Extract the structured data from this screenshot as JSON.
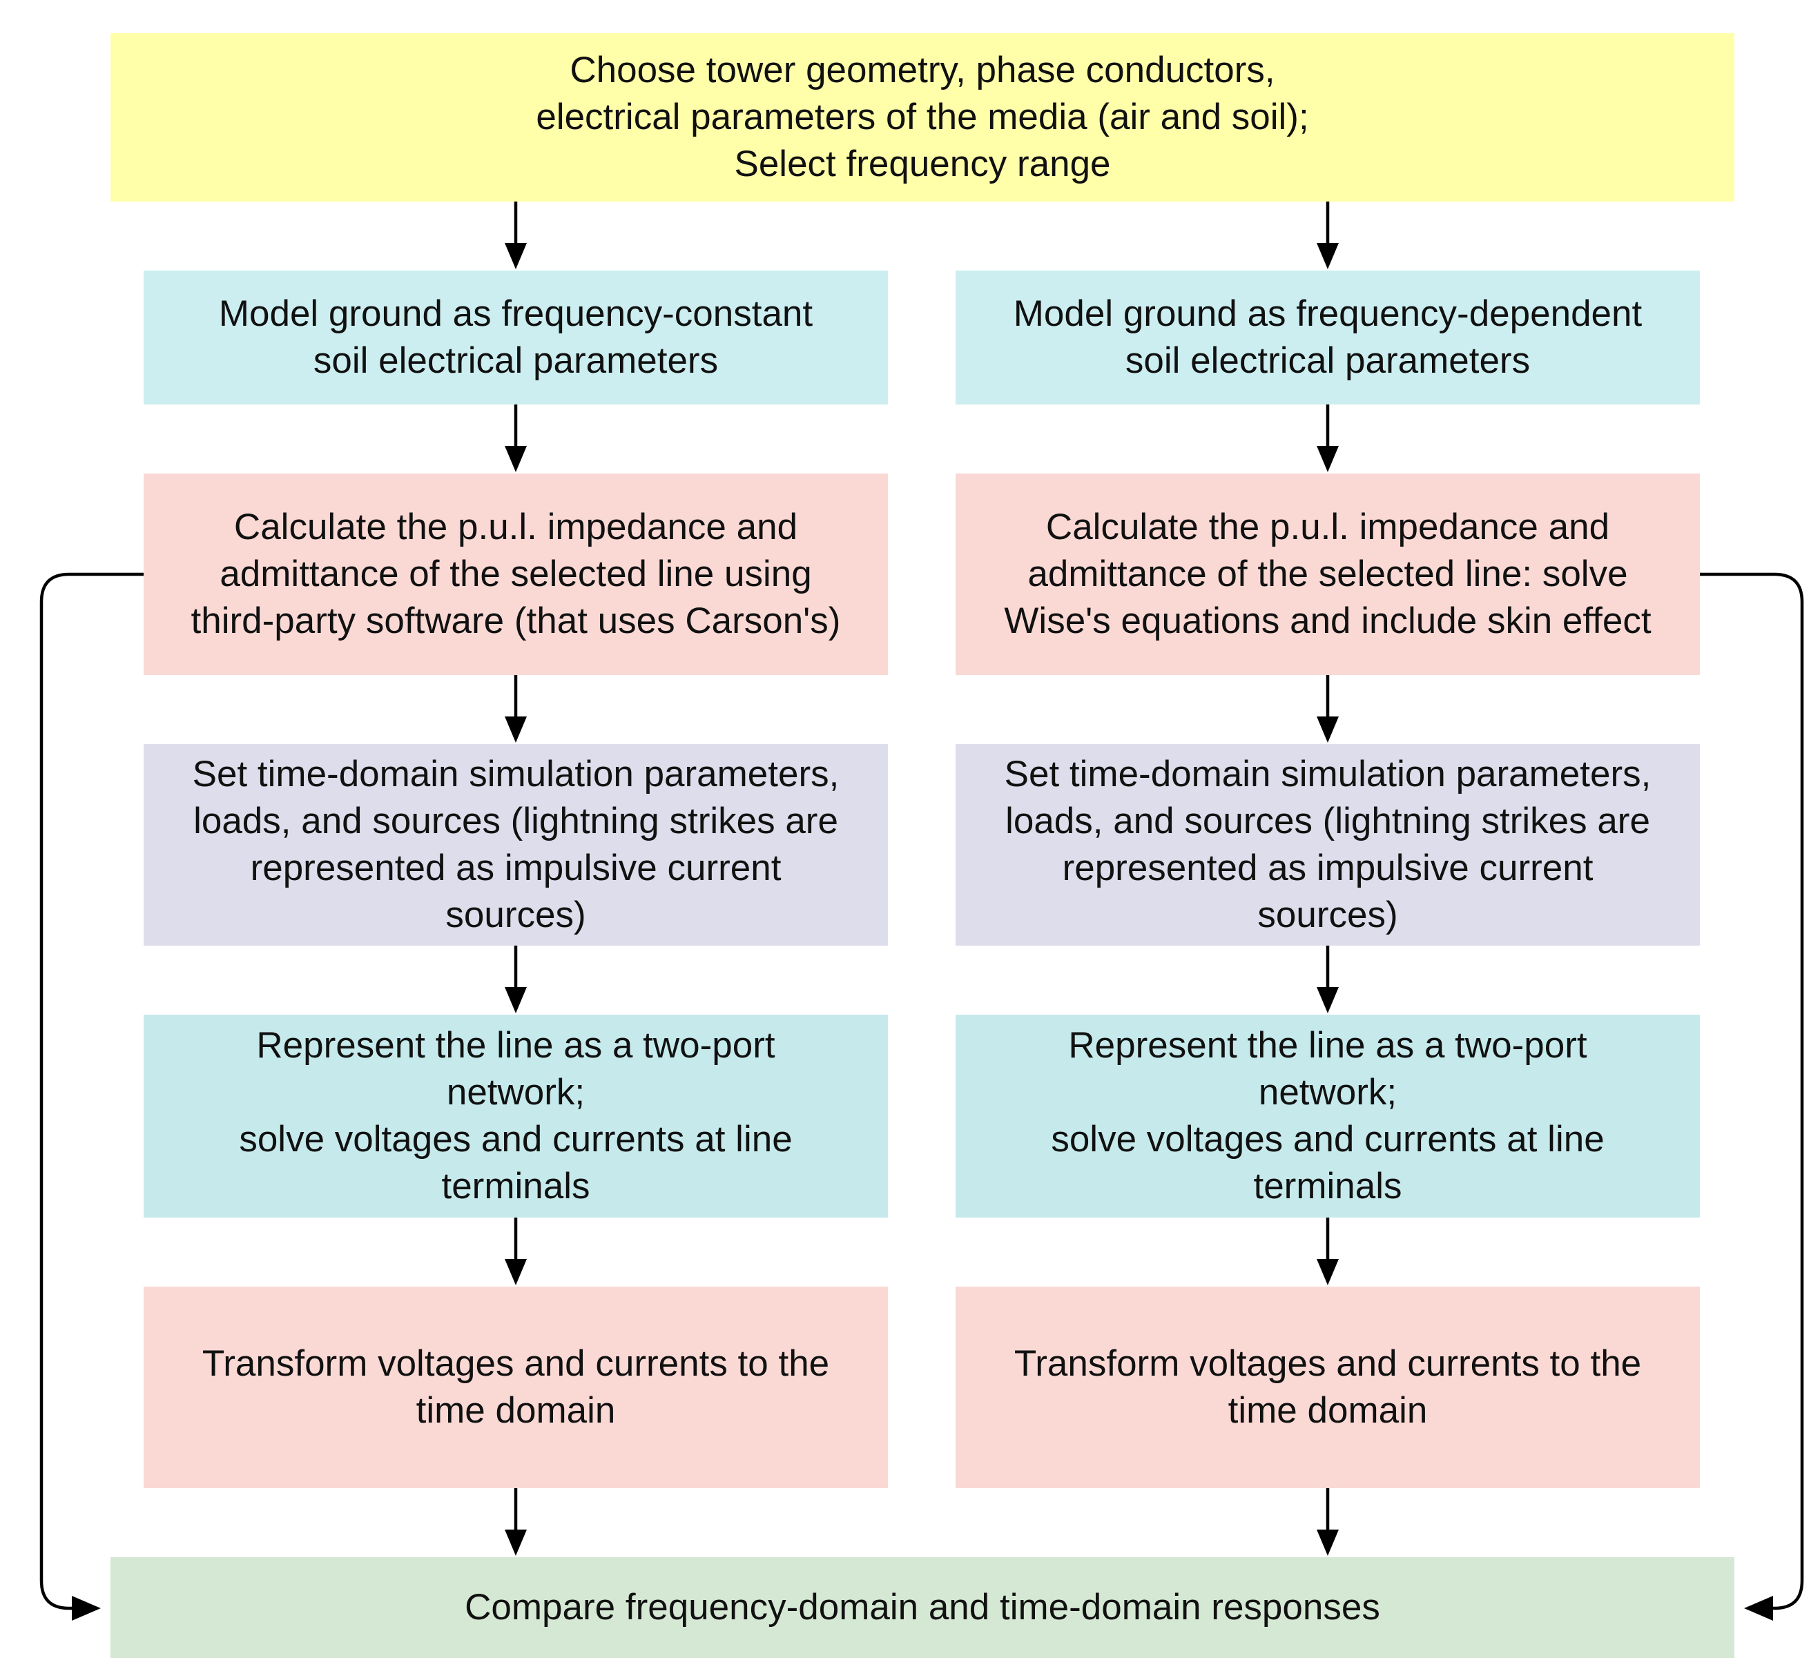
{
  "colors": {
    "yellow": "#FFFFAA",
    "cyan": "#CCEEF0",
    "pink": "#FAD9D5",
    "lavender": "#DDDDEB",
    "teal": "#C6EAEC",
    "green": "#D5E8D4"
  },
  "diagram": {
    "top": {
      "text": "Choose tower geometry, phase conductors,\nelectrical parameters of the media (air and soil);\nSelect frequency range"
    },
    "left": {
      "ground": "Model ground as frequency-constant\nsoil electrical parameters",
      "calculate": "Calculate the p.u.l. impedance and\nadmittance of the selected line using\nthird-party software (that uses Carson's)",
      "set_params": "Set time-domain simulation parameters,\nloads, and sources (lightning strikes are\nrepresented as impulsive current\nsources)",
      "represent": "Represent the line as a two-port\nnetwork;\nsolve voltages and currents at line\nterminals",
      "transform": "Transform voltages and currents to the\ntime domain"
    },
    "right": {
      "ground": "Model ground as frequency-dependent\nsoil electrical parameters",
      "calculate": "Calculate the p.u.l. impedance and\nadmittance of the selected line: solve\nWise's equations and include skin effect",
      "set_params": "Set time-domain simulation parameters,\nloads, and sources (lightning strikes are\nrepresented as impulsive current\nsources)",
      "represent": "Represent the line as a two-port\nnetwork;\nsolve voltages and currents at line\nterminals",
      "transform": "Transform voltages and currents to the\ntime domain"
    },
    "bottom": {
      "text": "Compare frequency-domain and time-domain responses"
    }
  }
}
